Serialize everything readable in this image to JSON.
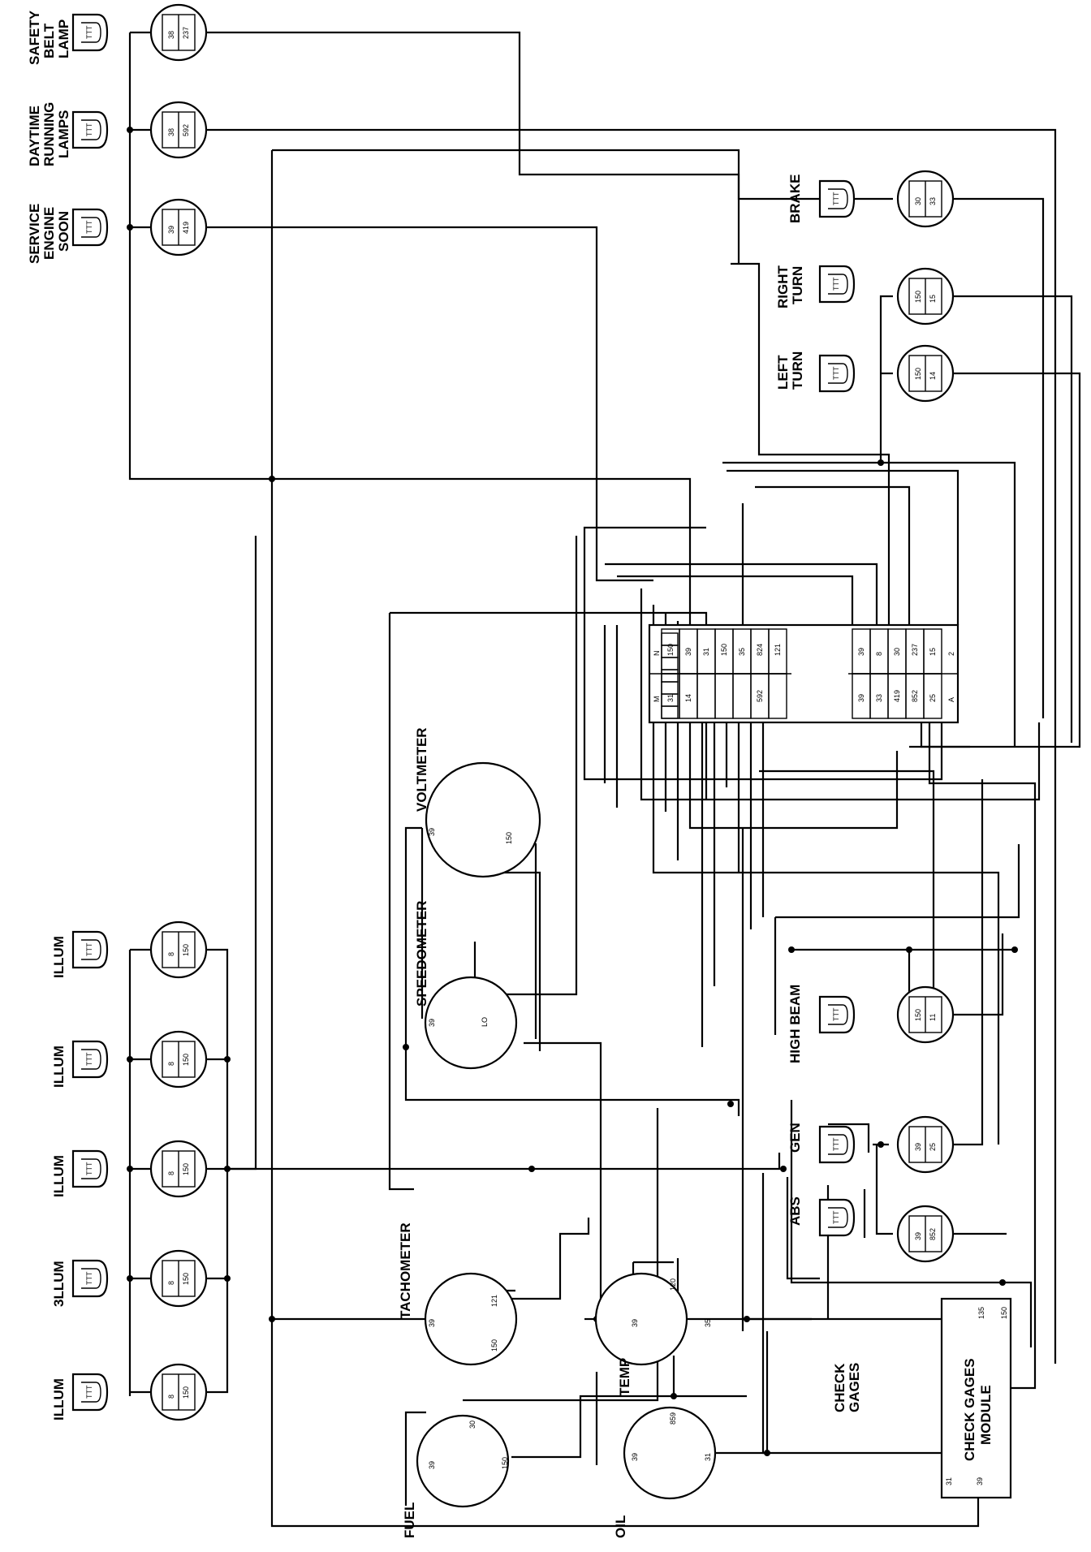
{
  "labels": {
    "safety_belt_lamp": [
      "SAFETY",
      "BELT",
      "LAMP"
    ],
    "daytime_running_lamps": [
      "DAYTIME",
      "RUNNING",
      "LAMPS"
    ],
    "service_engine_soon": [
      "SERVICE",
      "ENGINE",
      "SOON"
    ],
    "brake": "BRAKE",
    "right_turn": [
      "RIGHT",
      "TURN"
    ],
    "left_turn": [
      "LEFT",
      "TURN"
    ],
    "voltmeter": "VOLTMETER",
    "speedometer": "SPEEDOMETER",
    "tachometer": "TACHOMETER",
    "temp": "TEMP",
    "fuel": "FUEL",
    "oil": "OIL",
    "high_beam": "HIGH BEAM",
    "gen": "GEN",
    "abs": "ABS",
    "check_gages": [
      "CHECK",
      "GAGES"
    ],
    "check_gages_module": [
      "CHECK GAGES",
      "MODULE"
    ],
    "illum_1": "ILLUM",
    "illum_2": "3LLUM",
    "illum_3": "ILLUM",
    "illum_4": "ILLUM",
    "illum_5": "ILLUM"
  },
  "bulb_mark": "TTT",
  "lamp_pins": {
    "safety_belt": [
      "38",
      "237"
    ],
    "drl": [
      "38",
      "592"
    ],
    "ses": [
      "39",
      "419"
    ],
    "brake": [
      "30",
      "33"
    ],
    "right_turn": [
      "150",
      "15"
    ],
    "left_turn": [
      "150",
      "14"
    ],
    "high_beam": [
      "150",
      "11"
    ],
    "gen": [
      "39",
      "25"
    ],
    "abs": [
      "39",
      "852"
    ],
    "illum_1": [
      "8",
      "150"
    ],
    "illum_2": [
      "8",
      "150"
    ],
    "illum_3": [
      "8",
      "150"
    ],
    "illum_4": [
      "8",
      "150"
    ],
    "illum_5": [
      "8",
      "150"
    ]
  },
  "gauge_pins": {
    "voltmeter": [
      "39",
      "150"
    ],
    "speedometer": [
      "39",
      "LO"
    ],
    "tachometer": [
      "39",
      "121",
      "150"
    ],
    "temp": [
      "39",
      "120",
      "35"
    ],
    "fuel": [
      "39",
      "30",
      "150"
    ],
    "oil": [
      "39",
      "859",
      "31"
    ]
  },
  "module_pins": [
    "135",
    "150",
    "31",
    "39"
  ],
  "connector": {
    "col_m": [
      "31",
      "14",
      "",
      "",
      "",
      "592",
      ""
    ],
    "col_n": [
      "150",
      "39",
      "31",
      "150",
      "35",
      "824",
      "121"
    ],
    "col_a": [
      "39",
      "33",
      "419",
      "852",
      "25"
    ],
    "col_2": [
      "39",
      "8",
      "30",
      "237",
      "15"
    ],
    "letters": [
      "M",
      "N",
      "A",
      "2"
    ]
  }
}
